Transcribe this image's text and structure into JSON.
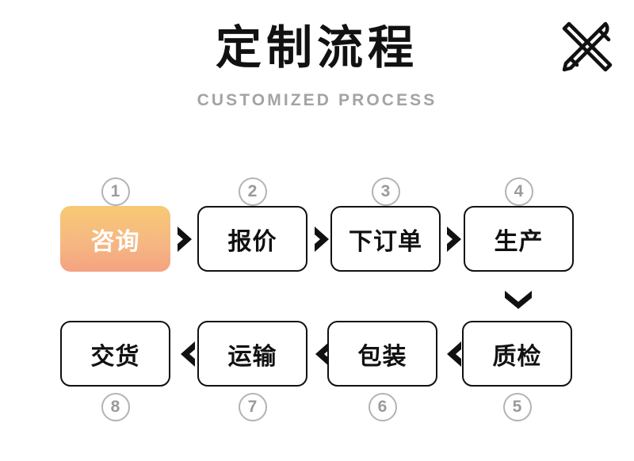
{
  "header": {
    "title": "定制流程",
    "subtitle": "CUSTOMIZED PROCESS",
    "icon": "pencil-ruler-icon"
  },
  "theme": {
    "background": "#ffffff",
    "text": "#111111",
    "subtitle_color": "#a3a3a3",
    "badge_color": "#9a9a9a",
    "badge_border": "#b3b3b3",
    "highlight_gradient_top": "#f7c974",
    "highlight_gradient_bottom": "#f4a281",
    "highlight_text": "#ffffff",
    "arrow_color": "#111111"
  },
  "flow": {
    "row1": [
      {
        "number": "1",
        "label": "咨询",
        "highlight": true
      },
      {
        "number": "2",
        "label": "报价",
        "highlight": false
      },
      {
        "number": "3",
        "label": "下订单",
        "highlight": false
      },
      {
        "number": "4",
        "label": "生产",
        "highlight": false
      }
    ],
    "row2": [
      {
        "number": "8",
        "label": "交货",
        "highlight": false
      },
      {
        "number": "7",
        "label": "运输",
        "highlight": false
      },
      {
        "number": "6",
        "label": "包装",
        "highlight": false
      },
      {
        "number": "5",
        "label": "质检",
        "highlight": false
      }
    ],
    "arrows": {
      "row1_direction": "right",
      "row2_direction": "left",
      "connector_direction": "down"
    }
  }
}
